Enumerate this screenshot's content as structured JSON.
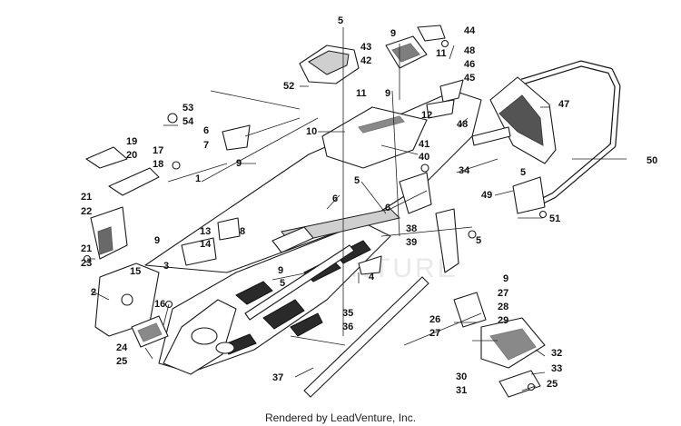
{
  "diagram": {
    "watermark": "LEADVENTURE",
    "credit": "Rendered by LeadVenture, Inc.",
    "callouts": [
      {
        "id": "c1",
        "label": "1"
      },
      {
        "id": "c2",
        "label": "2"
      },
      {
        "id": "c3",
        "label": "3"
      },
      {
        "id": "c4",
        "label": "4"
      },
      {
        "id": "c5a",
        "label": "5"
      },
      {
        "id": "c5b",
        "label": "5"
      },
      {
        "id": "c5c",
        "label": "5"
      },
      {
        "id": "c5d",
        "label": "5"
      },
      {
        "id": "c5e",
        "label": "5"
      },
      {
        "id": "c6a",
        "label": "6"
      },
      {
        "id": "c6b",
        "label": "6"
      },
      {
        "id": "c6c",
        "label": "6"
      },
      {
        "id": "c7",
        "label": "7"
      },
      {
        "id": "c8",
        "label": "8"
      },
      {
        "id": "c9a",
        "label": "9"
      },
      {
        "id": "c9b",
        "label": "9"
      },
      {
        "id": "c9c",
        "label": "9"
      },
      {
        "id": "c9d",
        "label": "9"
      },
      {
        "id": "c9e",
        "label": "9"
      },
      {
        "id": "c9f",
        "label": "9"
      },
      {
        "id": "c10",
        "label": "10"
      },
      {
        "id": "c11a",
        "label": "11"
      },
      {
        "id": "c11b",
        "label": "11"
      },
      {
        "id": "c12",
        "label": "12"
      },
      {
        "id": "c13",
        "label": "13"
      },
      {
        "id": "c14",
        "label": "14"
      },
      {
        "id": "c15",
        "label": "15"
      },
      {
        "id": "c16",
        "label": "16"
      },
      {
        "id": "c17",
        "label": "17"
      },
      {
        "id": "c18",
        "label": "18"
      },
      {
        "id": "c19",
        "label": "19"
      },
      {
        "id": "c20",
        "label": "20"
      },
      {
        "id": "c21a",
        "label": "21"
      },
      {
        "id": "c21b",
        "label": "21"
      },
      {
        "id": "c22",
        "label": "22"
      },
      {
        "id": "c23",
        "label": "23"
      },
      {
        "id": "c24",
        "label": "24"
      },
      {
        "id": "c25a",
        "label": "25"
      },
      {
        "id": "c25b",
        "label": "25"
      },
      {
        "id": "c26",
        "label": "26"
      },
      {
        "id": "c27a",
        "label": "27"
      },
      {
        "id": "c27b",
        "label": "27"
      },
      {
        "id": "c28",
        "label": "28"
      },
      {
        "id": "c29",
        "label": "29"
      },
      {
        "id": "c30",
        "label": "30"
      },
      {
        "id": "c31",
        "label": "31"
      },
      {
        "id": "c32",
        "label": "32"
      },
      {
        "id": "c33",
        "label": "33"
      },
      {
        "id": "c34",
        "label": "34"
      },
      {
        "id": "c35",
        "label": "35"
      },
      {
        "id": "c36",
        "label": "36"
      },
      {
        "id": "c37",
        "label": "37"
      },
      {
        "id": "c38",
        "label": "38"
      },
      {
        "id": "c39",
        "label": "39"
      },
      {
        "id": "c40",
        "label": "40"
      },
      {
        "id": "c41",
        "label": "41"
      },
      {
        "id": "c42",
        "label": "42"
      },
      {
        "id": "c43",
        "label": "43"
      },
      {
        "id": "c44",
        "label": "44"
      },
      {
        "id": "c45",
        "label": "45"
      },
      {
        "id": "c46",
        "label": "46"
      },
      {
        "id": "c47",
        "label": "47"
      },
      {
        "id": "c48a",
        "label": "48"
      },
      {
        "id": "c48b",
        "label": "48"
      },
      {
        "id": "c49",
        "label": "49"
      },
      {
        "id": "c50",
        "label": "50"
      },
      {
        "id": "c51",
        "label": "51"
      },
      {
        "id": "c52",
        "label": "52"
      },
      {
        "id": "c53",
        "label": "53"
      },
      {
        "id": "c54",
        "label": "54"
      }
    ]
  }
}
